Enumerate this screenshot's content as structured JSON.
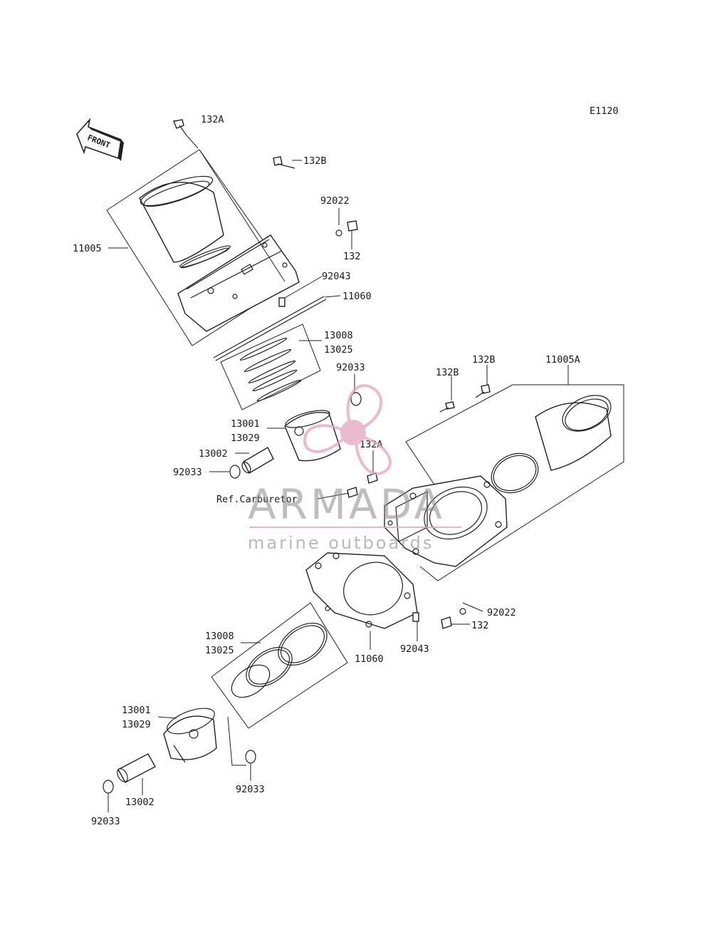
{
  "diagram": {
    "code": "E1120",
    "front_label": "FRONT",
    "ref_label": "Ref.Carburetor"
  },
  "labels": {
    "l132a_top": "132A",
    "l132b_top": "132B",
    "l92022_top": "92022",
    "l132_top": "132",
    "l11005": "11005",
    "l92043_top": "92043",
    "l11060_top": "11060",
    "l13008_top": "13008",
    "l13025_top": "13025",
    "l92033_a": "92033",
    "l13001_top": "13001",
    "l13029_top": "13029",
    "l13002_top": "13002",
    "l92033_b": "92033",
    "l132a_mid": "132A",
    "l132b_mid1": "132B",
    "l132b_mid2": "132B",
    "l11005a": "11005A",
    "l92022_bot": "92022",
    "l132_bot": "132",
    "l92043_bot": "92043",
    "l11060_bot": "11060",
    "l13008_bot": "13008",
    "l13025_bot": "13025",
    "l13001_bot": "13001",
    "l13029_bot": "13029",
    "l92033_c": "92033",
    "l13002_bot": "13002",
    "l92033_d": "92033"
  },
  "watermark": {
    "brand": "ARMADA",
    "tagline": "marine outboards",
    "accent_color": "#e3a3bd"
  }
}
